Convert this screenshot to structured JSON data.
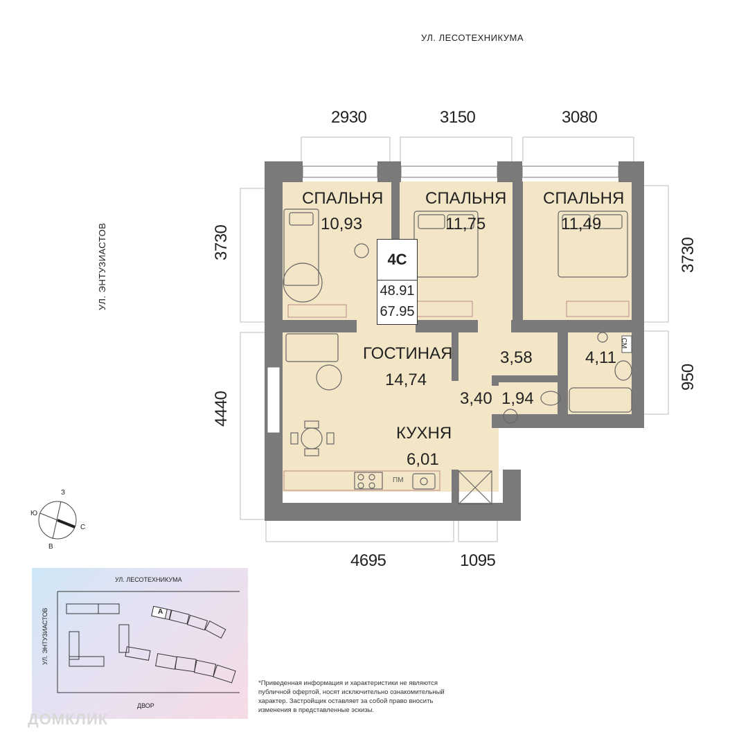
{
  "street_top": "УЛ. ЛЕСОТЕХНИКУМА",
  "street_left": "УЛ. ЭНТУЗИАСТОВ",
  "dimensions": {
    "top": [
      "2930",
      "3150",
      "3080"
    ],
    "left": [
      "3730",
      "4440"
    ],
    "right": [
      "3730",
      "950"
    ],
    "bottom": [
      "4695",
      "1095"
    ]
  },
  "apartment": {
    "code": "4С",
    "living_area": "48.91",
    "total_area": "67.95"
  },
  "rooms": {
    "bedroom1": {
      "name": "СПАЛЬНЯ",
      "area": "10,93"
    },
    "bedroom2": {
      "name": "СПАЛЬНЯ",
      "area": "11,75"
    },
    "bedroom3": {
      "name": "СПАЛЬНЯ",
      "area": "11,49"
    },
    "living": {
      "name": "ГОСТИНАЯ",
      "area": "14,74"
    },
    "kitchen": {
      "name": "КУХНЯ",
      "area": "6,01"
    },
    "hall": {
      "area": "3,58"
    },
    "corridor": {
      "area": "3,40"
    },
    "wc": {
      "area": "1,94"
    },
    "bath": {
      "area": "4,11"
    }
  },
  "fixtures": {
    "washer": "СМ",
    "dishwasher": "ПМ"
  },
  "compass": {
    "north": "С",
    "south": "Ю",
    "west": "З",
    "east": "В"
  },
  "minimap": {
    "street_top": "УЛ. ЛЕСОТЕХНИКУМА",
    "street_left": "УЛ. ЭНТУЗИАСТОВ",
    "yard": "ДВОР",
    "section": "А"
  },
  "disclaimer": "*Приведенная информация и характеристики не являются публичной офертой, носят исключительно ознакомительный характер. Застройщик оставляет за собой право вносить изменения в представленные эскизы.",
  "watermark": "ДОМКЛИК",
  "colors": {
    "wall": "#7a7a7a",
    "floor": "#f3e6c6",
    "line": "#555555"
  }
}
